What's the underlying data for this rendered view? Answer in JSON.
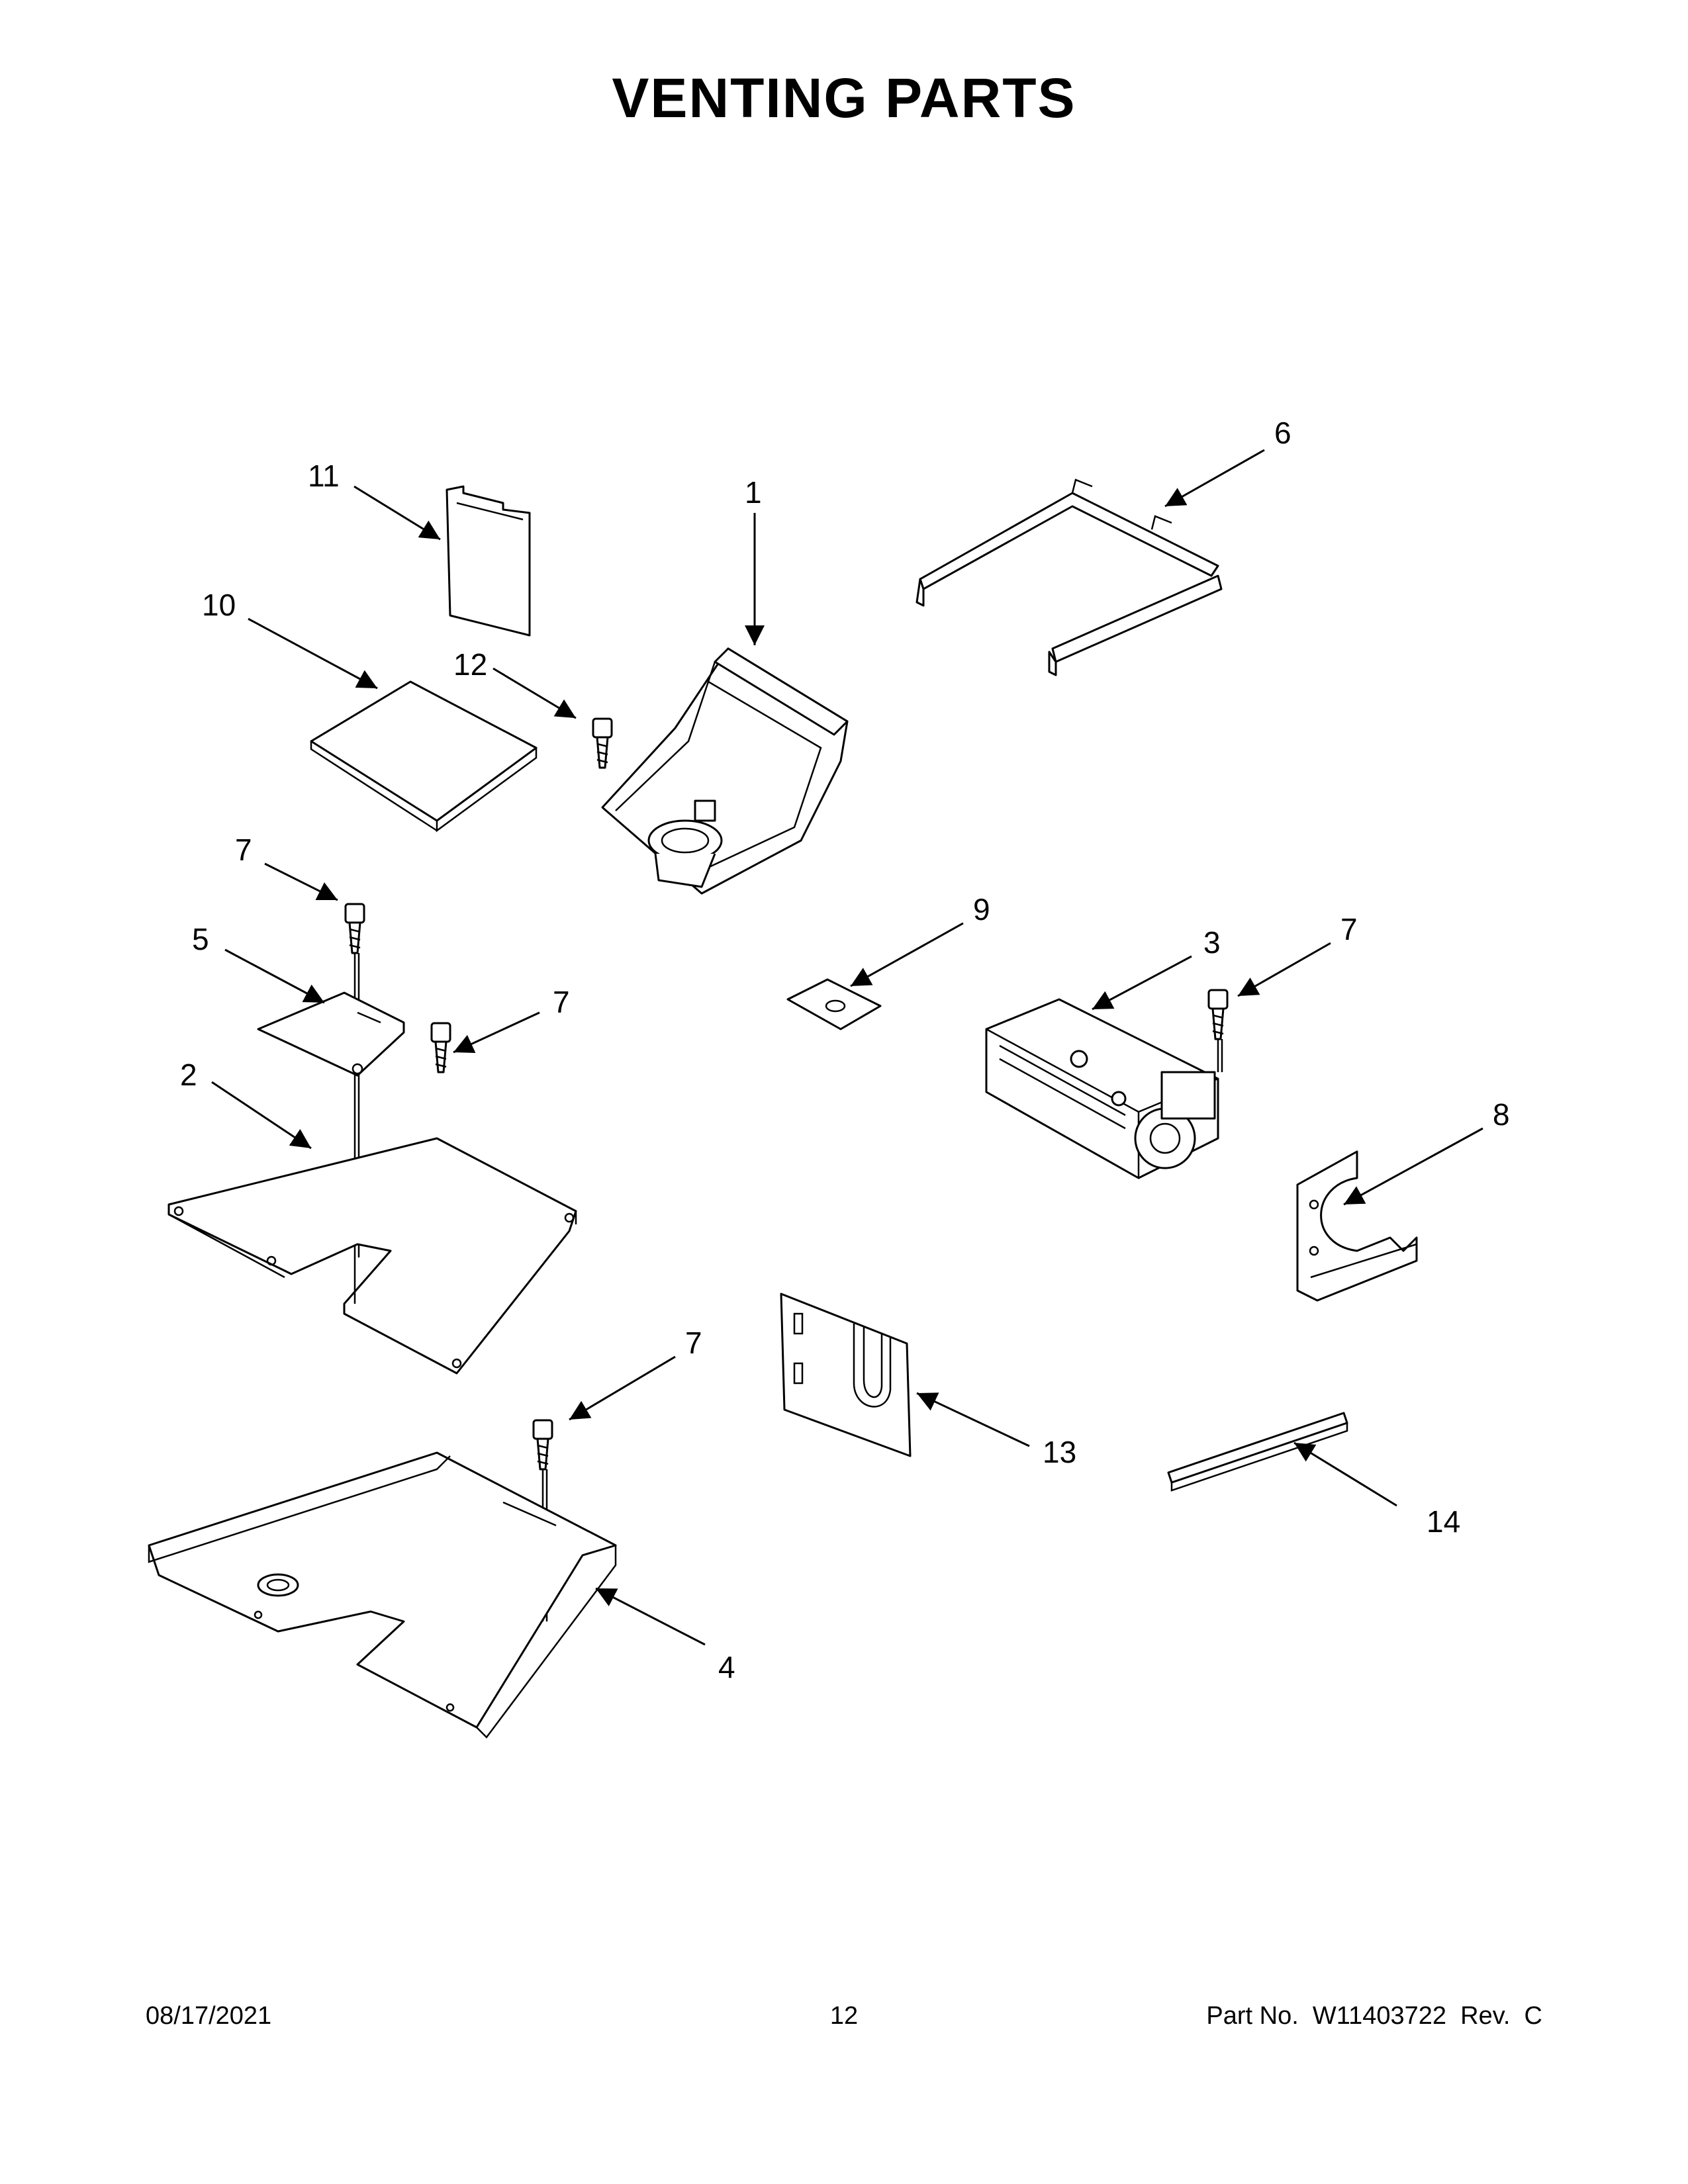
{
  "page": {
    "title": "VENTING PARTS",
    "footer_date": "08/17/2021",
    "footer_page": "12",
    "footer_part": "Part No.  W11403722  Rev.  C"
  },
  "callouts": {
    "c1": "1",
    "c2": "2",
    "c3": "3",
    "c4": "4",
    "c5": "5",
    "c6": "6",
    "c7a": "7",
    "c7b": "7",
    "c7c": "7",
    "c7d": "7",
    "c8": "8",
    "c9": "9",
    "c10": "10",
    "c11": "11",
    "c12": "12",
    "c13": "13",
    "c14": "14"
  }
}
